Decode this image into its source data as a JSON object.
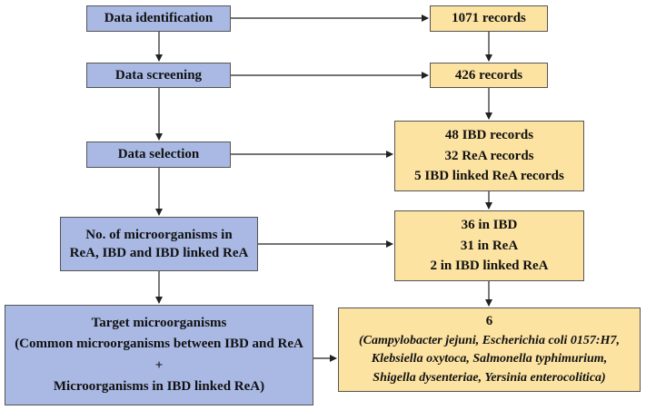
{
  "left_steps": {
    "identification": "Data identification",
    "screening": "Data screening",
    "selection": "Data selection",
    "count": {
      "line1": "No. of microorganisms in",
      "line2": "ReA, IBD and IBD linked ReA"
    },
    "target": {
      "line1": "Target microorganisms",
      "line2": "(Common microorganisms between IBD and ReA",
      "line3": "+",
      "line4": "Microorganisms in IBD linked ReA)"
    }
  },
  "right_results": {
    "identified": "1071 records",
    "screened": "426 records",
    "selected": {
      "line1": "48 IBD records",
      "line2": "32 ReA records",
      "line3": "5 IBD linked ReA records"
    },
    "counts": {
      "line1": "36 in IBD",
      "line2": "31 in ReA",
      "line3": "2 in IBD linked ReA"
    },
    "final": {
      "count": "6",
      "line1": "(Campylobacter jejuni, Escherichia coli 0157:H7,",
      "line2": "Klebsiella oxytoca, Salmonella typhimurium,",
      "line3": "Shigella dysenteriae, Yersinia enterocolitica)"
    }
  },
  "colors": {
    "left_fill": "#a9b9e4",
    "right_fill": "#fde3a1",
    "border": "#555555",
    "arrow": "#222222"
  }
}
